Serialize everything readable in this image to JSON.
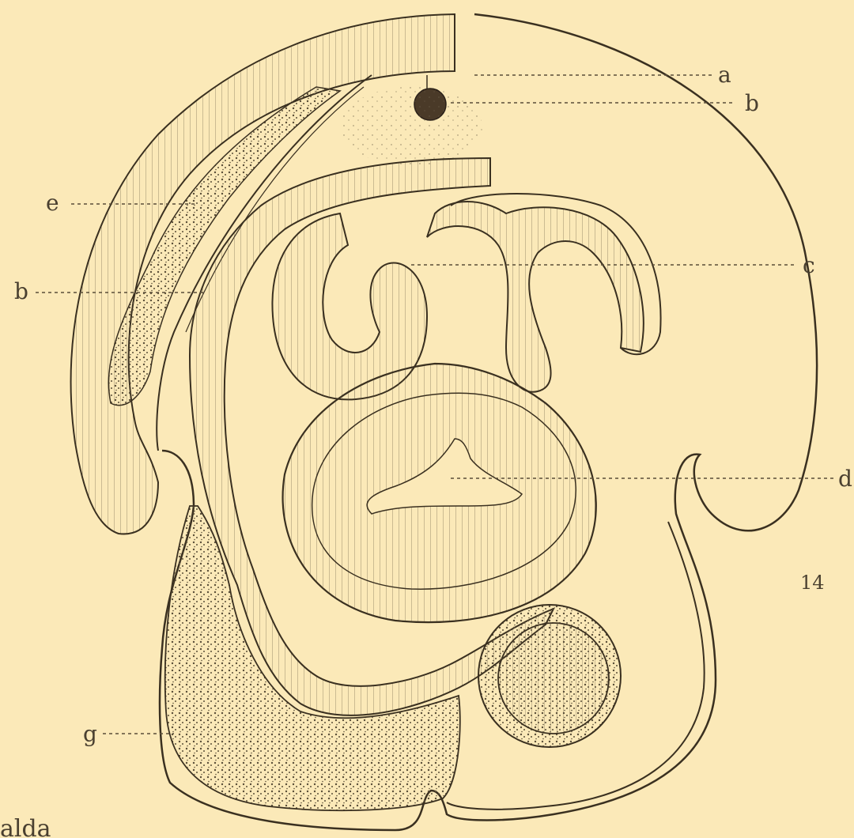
{
  "figure": {
    "number": "14",
    "corner_text": "alda",
    "labels": {
      "a": "a",
      "b_top": "b",
      "b_left": "b",
      "c": "c",
      "d": "d",
      "e": "e",
      "g": "g"
    }
  },
  "colors": {
    "paper": "#fbe9b8",
    "ink": "#4a4030"
  }
}
